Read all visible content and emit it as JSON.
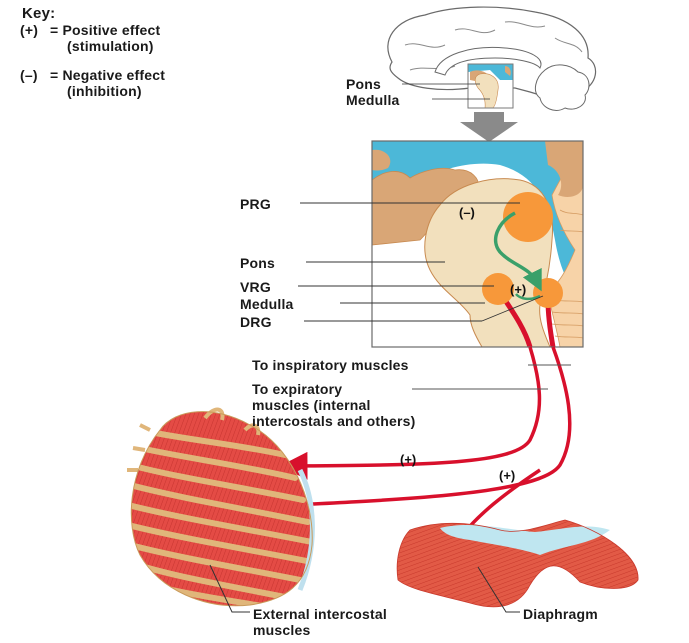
{
  "key": {
    "title": "Key:",
    "positive": {
      "symbol": "(+)",
      "text": "= Positive effect",
      "subtext": "(stimulation)"
    },
    "negative": {
      "symbol": "(–)",
      "text": "= Negative effect",
      "subtext": "(inhibition)"
    }
  },
  "brain_overview": {
    "labels": [
      "Pons",
      "Medulla"
    ]
  },
  "brainstem_detail": {
    "labels": {
      "prg": "PRG",
      "pons": "Pons",
      "vrg": "VRG",
      "medulla": "Medulla",
      "drg": "DRG"
    },
    "effects": {
      "prg_to_vrg": "(–)",
      "vrg_drg": "(+)"
    }
  },
  "pathways": {
    "inspiratory": "To inspiratory muscles",
    "expiratory_line1": "To expiratory",
    "expiratory_line2": "muscles (internal",
    "expiratory_line3": "intercostals and others)",
    "effect_ribcage": "(+)",
    "effect_diaphragm": "(+)"
  },
  "muscles": {
    "external_intercostal_line1": "External intercostal",
    "external_intercostal_line2": "muscles",
    "diaphragm": "Diaphragm"
  },
  "colors": {
    "nerve_red": "#d8102c",
    "inhibition_green": "#3aa06a",
    "nucleus_orange": "#f7983a",
    "brainstem_tan": "#f2e0bd",
    "ventricle_blue": "#4cb8d8",
    "tissue_brown": "#d9a676",
    "muscle_red": "#e05140",
    "bone_tan": "#e0b67a",
    "arrow_gray": "#8a8a8a"
  }
}
